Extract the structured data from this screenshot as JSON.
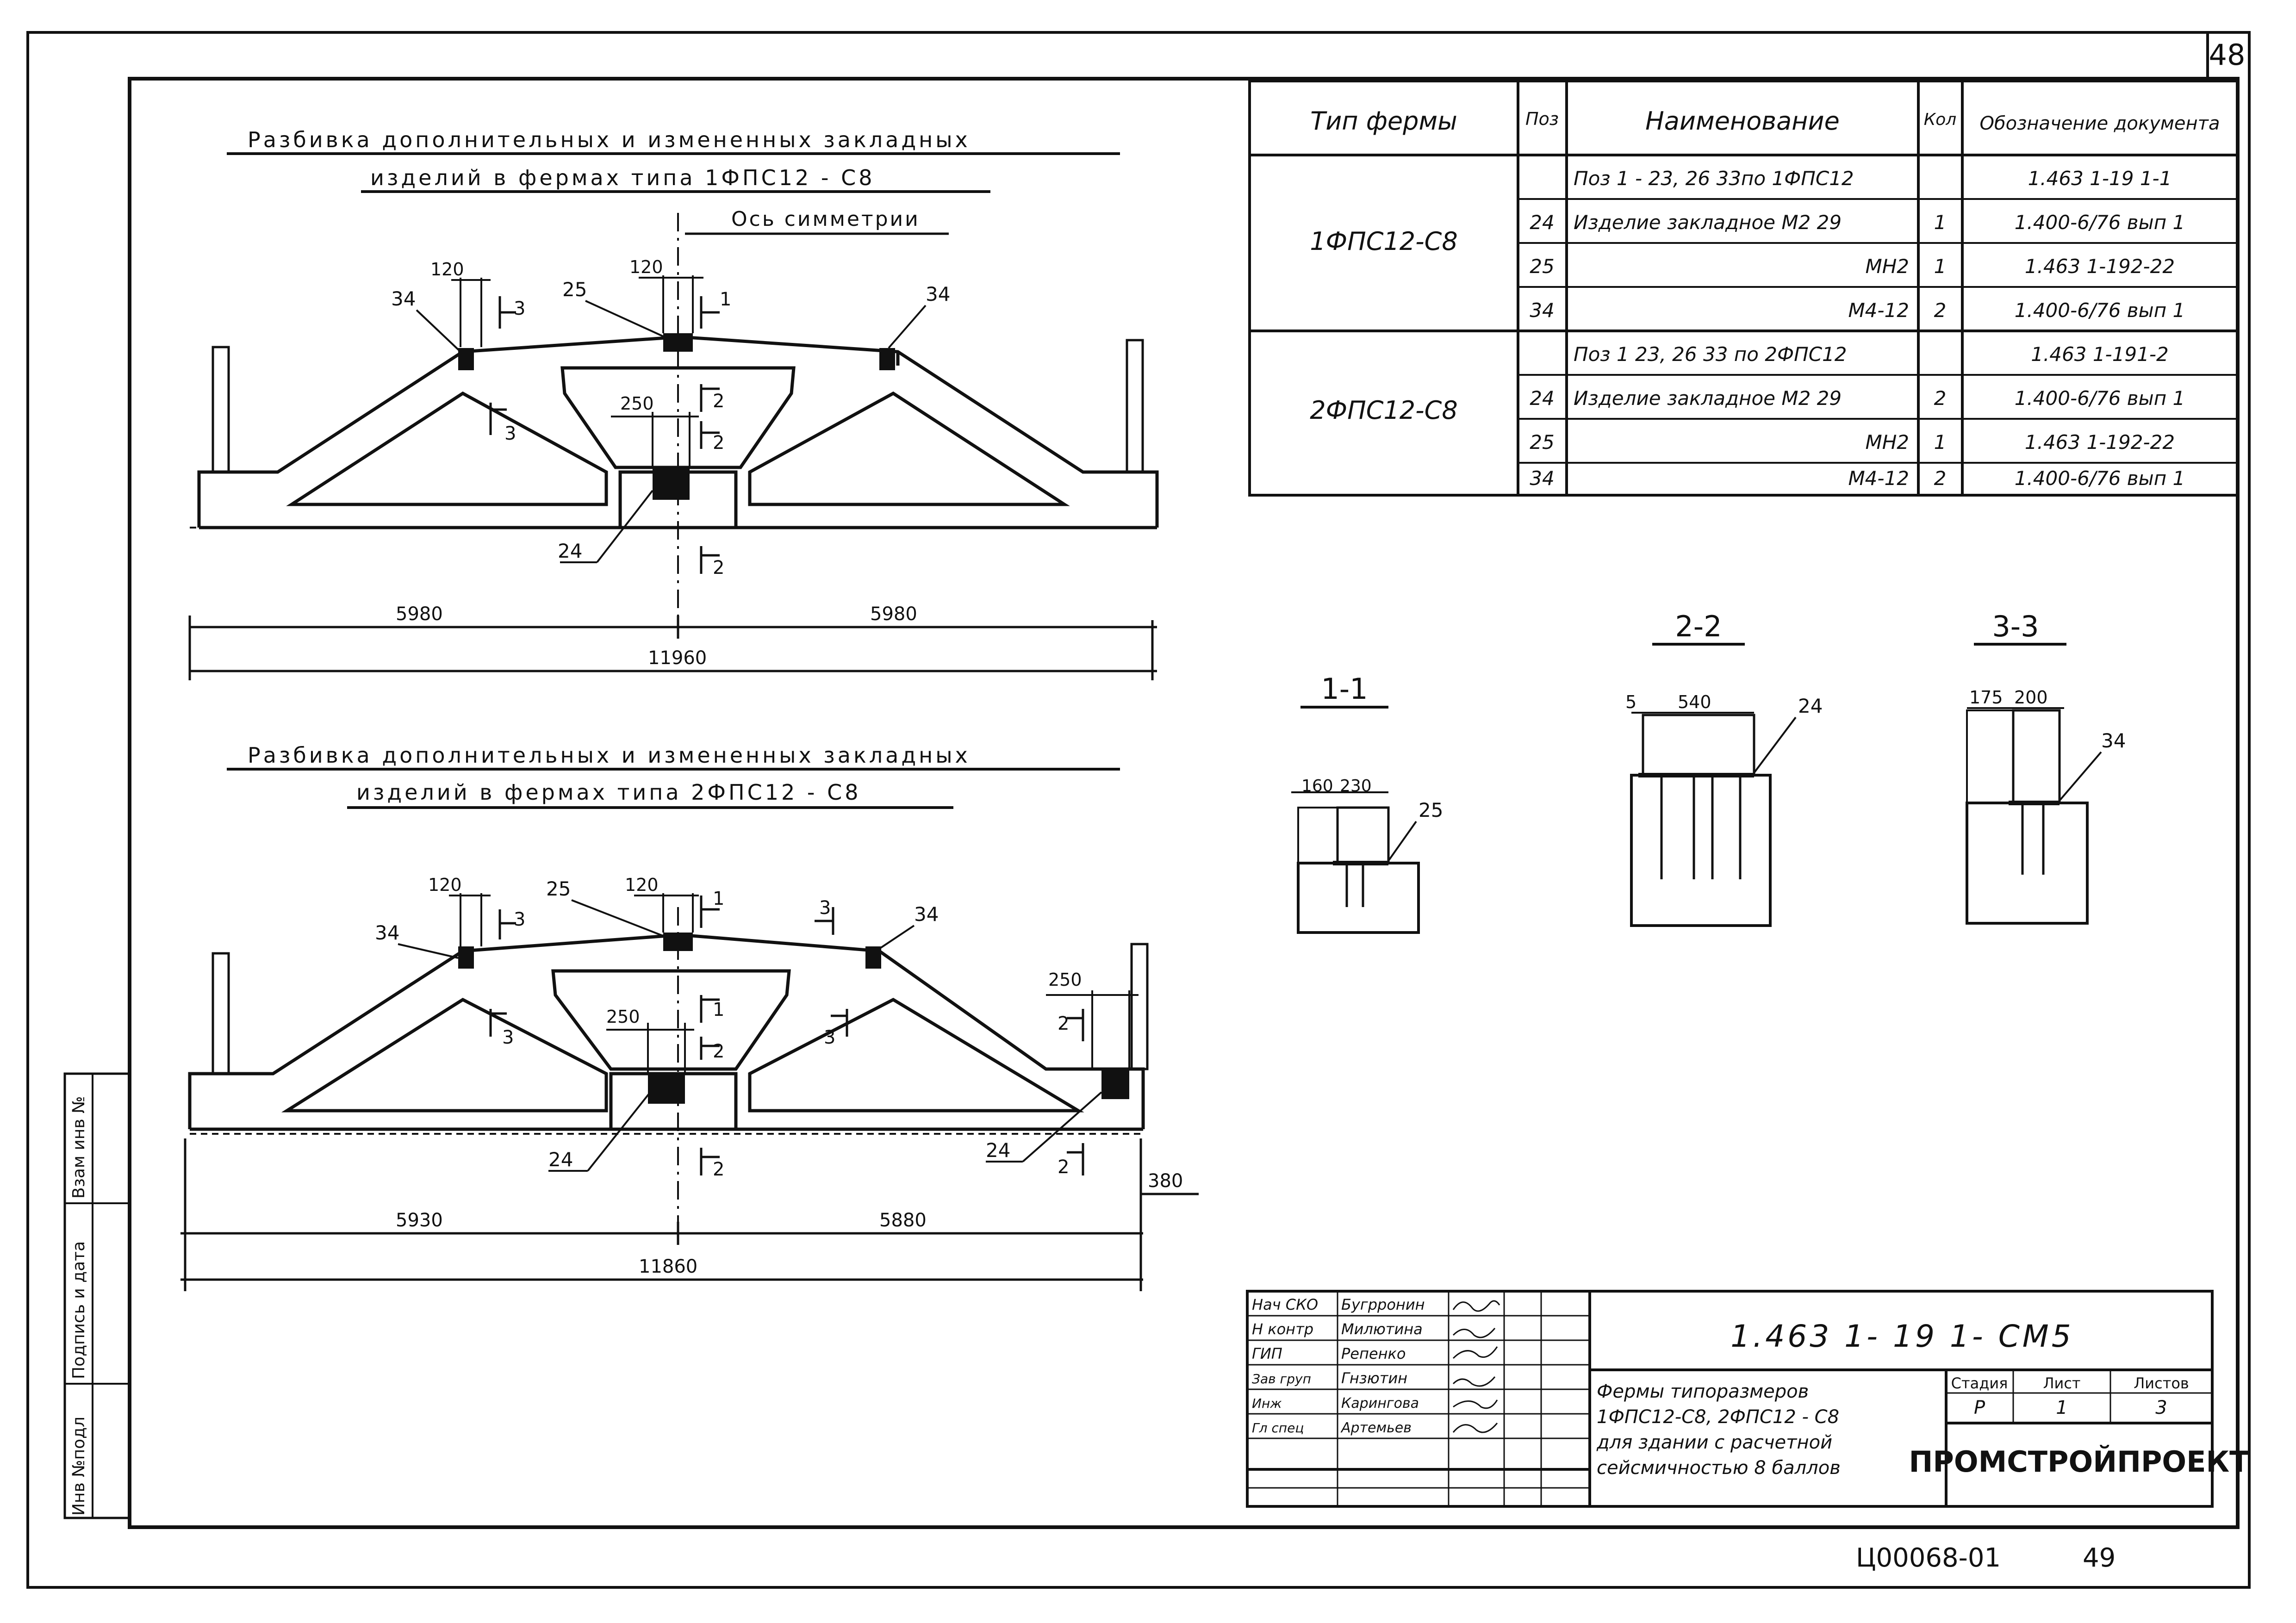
{
  "sheet": {
    "page_number": "48",
    "bottom_code": "Ц00068-01",
    "bottom_page": "49"
  },
  "left_stamp": {
    "cells": [
      "Инв №подл",
      "Подпись и дата",
      "Взам инв №"
    ]
  },
  "plan_top": {
    "title_line1": "Разбивка дополнительных и измененных закладных",
    "title_line2": "изделий в фермах типа 1ФПС12 - С8",
    "axis_label": "Ось симметрии",
    "marks": {
      "p34_left": "34",
      "p34_right": "34",
      "p25": "25",
      "p24": "24",
      "dim_120_left": "120",
      "dim_120_center": "120",
      "dim_250": "250",
      "sec_3": "3",
      "sec_3_lower": "3",
      "sec_1": "1",
      "sec_2_a": "2",
      "sec_2_b": "2",
      "sec_2_c": "2"
    },
    "dims": {
      "left": "5980",
      "right": "5980",
      "total": "11960"
    }
  },
  "plan_bottom": {
    "title_line1": "Разбивка дополнительных и измененных закладных",
    "title_line2": "изделий в фермах типа 2ФПС12 - С8",
    "marks": {
      "p34_left": "34",
      "p34_right": "34",
      "p25": "25",
      "p24_center": "24",
      "p24_right": "24",
      "dim_120_left": "120",
      "dim_120_center": "120",
      "dim_250_center": "250",
      "dim_250_right": "250",
      "sec_3_a": "3",
      "sec_3_b": "3",
      "sec_3_c": "3",
      "sec_3_d": "3",
      "sec_1_a": "1",
      "sec_1_b": "1",
      "sec_2_a": "2",
      "sec_2_b": "2",
      "sec_2_c": "2",
      "sec_2_d": "2"
    },
    "dims": {
      "left": "5930",
      "right": "5880",
      "total": "11860",
      "end": "380"
    }
  },
  "spec_table": {
    "headers": [
      "Тип фермы",
      "Поз",
      "Наименование",
      "Кол",
      "Обозначение документа"
    ],
    "groups": [
      {
        "type": "1ФПС12-С8",
        "rows": [
          {
            "pos": "",
            "name": "Поз 1 - 23, 26  33по 1ФПС12",
            "qty": "",
            "doc": "1.463 1-19 1-1"
          },
          {
            "pos": "24",
            "name": "Изделие закладное М2 29",
            "qty": "1",
            "doc": "1.400-6/76 вып 1"
          },
          {
            "pos": "25",
            "name": "МН2",
            "qty": "1",
            "doc": "1.463 1-192-22"
          },
          {
            "pos": "34",
            "name": "М4-12",
            "qty": "2",
            "doc": "1.400-6/76 вып 1"
          }
        ]
      },
      {
        "type": "2ФПС12-С8",
        "rows": [
          {
            "pos": "",
            "name": "Поз 1  23, 26  33 по 2ФПС12",
            "qty": "",
            "doc": "1.463 1-191-2"
          },
          {
            "pos": "24",
            "name": "Изделие закладное М2 29",
            "qty": "2",
            "doc": "1.400-6/76 вып 1"
          },
          {
            "pos": "25",
            "name": "МН2",
            "qty": "1",
            "doc": "1.463 1-192-22"
          },
          {
            "pos": "34",
            "name": "М4-12",
            "qty": "2",
            "doc": "1.400-6/76 вып 1"
          }
        ]
      }
    ]
  },
  "sections": {
    "s11": {
      "title": "1-1",
      "dims": [
        "160",
        "230"
      ],
      "mark": "25"
    },
    "s22": {
      "title": "2-2",
      "dims": [
        "5",
        "540"
      ],
      "mark": "24"
    },
    "s33": {
      "title": "3-3",
      "dims": [
        "175",
        "200"
      ],
      "mark": "34"
    }
  },
  "title_block": {
    "roles": [
      {
        "role": "Нач СКО",
        "name": "Бугрронин"
      },
      {
        "role": "Н контр",
        "name": "Милютина"
      },
      {
        "role": "ГИП",
        "name": "Репенко"
      },
      {
        "role": "Зав груп",
        "name": "Гнзютин"
      },
      {
        "role": "Инж",
        "name": "Карингова"
      },
      {
        "role": "Гл спец",
        "name": "Артемьев"
      }
    ],
    "code": "1.463 1- 19 1- СМ5",
    "description": [
      "Фермы типоразмеров",
      "1ФПС12-С8, 2ФПС12 - С8",
      "для здании с расчетной",
      "сейсмичностью 8 баллов"
    ],
    "stage_labels": [
      "Стадия",
      "Лист",
      "Листов"
    ],
    "stage_values": [
      "Р",
      "1",
      "3"
    ],
    "org": "ПРОМСТРОЙПРОЕКТ"
  }
}
